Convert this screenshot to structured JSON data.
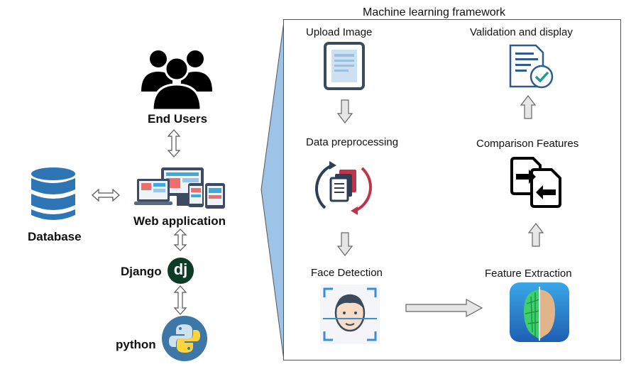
{
  "framework": {
    "title": "Machine learning framework",
    "steps": {
      "upload": "Upload Image",
      "preprocessing": "Data preprocessing",
      "face_detection": "Face Detection",
      "feature_extraction": "Feature Extraction",
      "comparison": "Comparison Features",
      "validation": "Validation and display"
    }
  },
  "system": {
    "end_users": "End Users",
    "web_app": "Web application",
    "database": "Database",
    "django": "Django",
    "django_logo_text": "dj",
    "python": "python"
  },
  "colors": {
    "wedge": "#9dc3e6",
    "database": "#2e75b6",
    "django": "#0c3c26",
    "python_blue": "#3d77a8",
    "python_yellow": "#ffd43b"
  }
}
